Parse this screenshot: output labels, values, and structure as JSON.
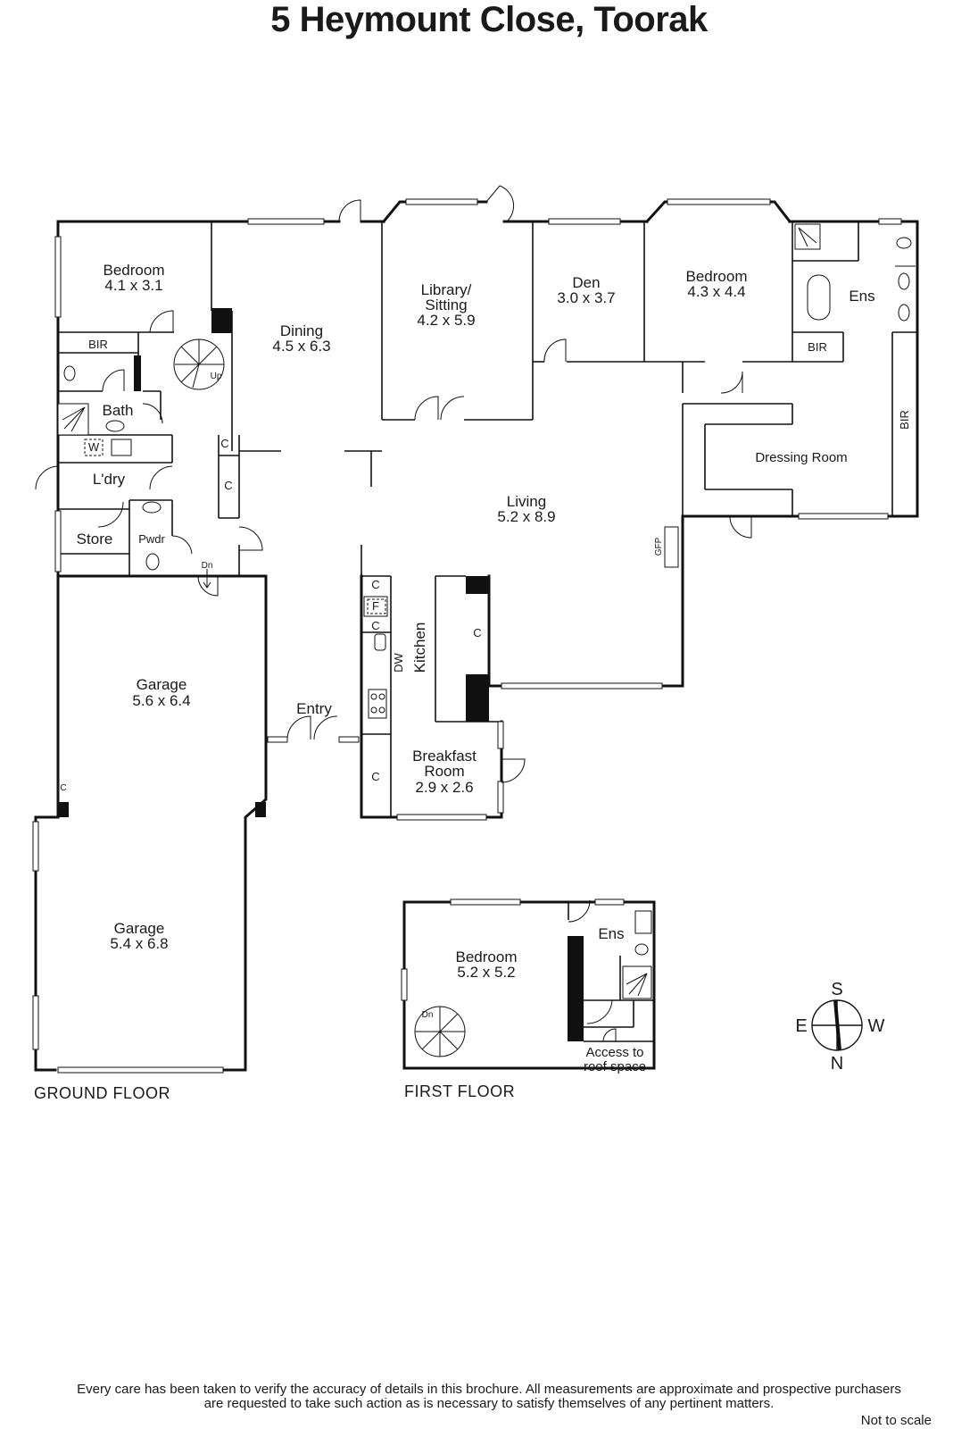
{
  "title": "5 Heymount Close, Toorak",
  "floors": {
    "ground": "GROUND FLOOR",
    "first": "FIRST FLOOR"
  },
  "rooms": {
    "bedroom1": {
      "name": "Bedroom",
      "size": "4.1 x 3.1"
    },
    "dining": {
      "name": "Dining",
      "size": "4.5 x 6.3"
    },
    "library": {
      "name": "Library/",
      "name2": "Sitting",
      "size": "4.2 x 5.9"
    },
    "den": {
      "name": "Den",
      "size": "3.0 x 3.7"
    },
    "bedroom2": {
      "name": "Bedroom",
      "size": "4.3 x 4.4"
    },
    "ens1": {
      "name": "Ens"
    },
    "bir1": {
      "name": "BIR"
    },
    "bir2": {
      "name": "BIR"
    },
    "bir3": {
      "name": "BIR"
    },
    "bath": {
      "name": "Bath"
    },
    "laundry": {
      "name": "L'dry"
    },
    "store": {
      "name": "Store"
    },
    "pwdr": {
      "name": "Pwdr"
    },
    "living": {
      "name": "Living",
      "size": "5.2 x 8.9"
    },
    "dressing": {
      "name": "Dressing Room"
    },
    "kitchen": {
      "name": "Kitchen"
    },
    "garage1": {
      "name": "Garage",
      "size": "5.6 x 6.4"
    },
    "garage2": {
      "name": "Garage",
      "size": "5.4 x 6.8"
    },
    "entry": {
      "name": "Entry"
    },
    "breakfast": {
      "name": "Breakfast",
      "name2": "Room",
      "size": "2.9 x 2.6"
    },
    "bedroom3": {
      "name": "Bedroom",
      "size": "5.2 x 5.2"
    },
    "ens2": {
      "name": "Ens"
    },
    "roof": {
      "line1": "Access to",
      "line2": "roof space"
    }
  },
  "markers": {
    "up": "Up",
    "dn": "Dn",
    "c": "C",
    "w": "W",
    "f": "F",
    "dw": "DW",
    "gfp": "GFP"
  },
  "compass": {
    "s": "S",
    "e": "E",
    "w": "W",
    "n": "N"
  },
  "disclaimer": {
    "line1": "Every care has been taken to verify the accuracy of details in this brochure.  All measurements are approximate and prospective purchasers",
    "line2": "are requested to take such action as is necessary to satisfy themselves of any pertinent matters."
  },
  "scale_note": "Not to scale"
}
